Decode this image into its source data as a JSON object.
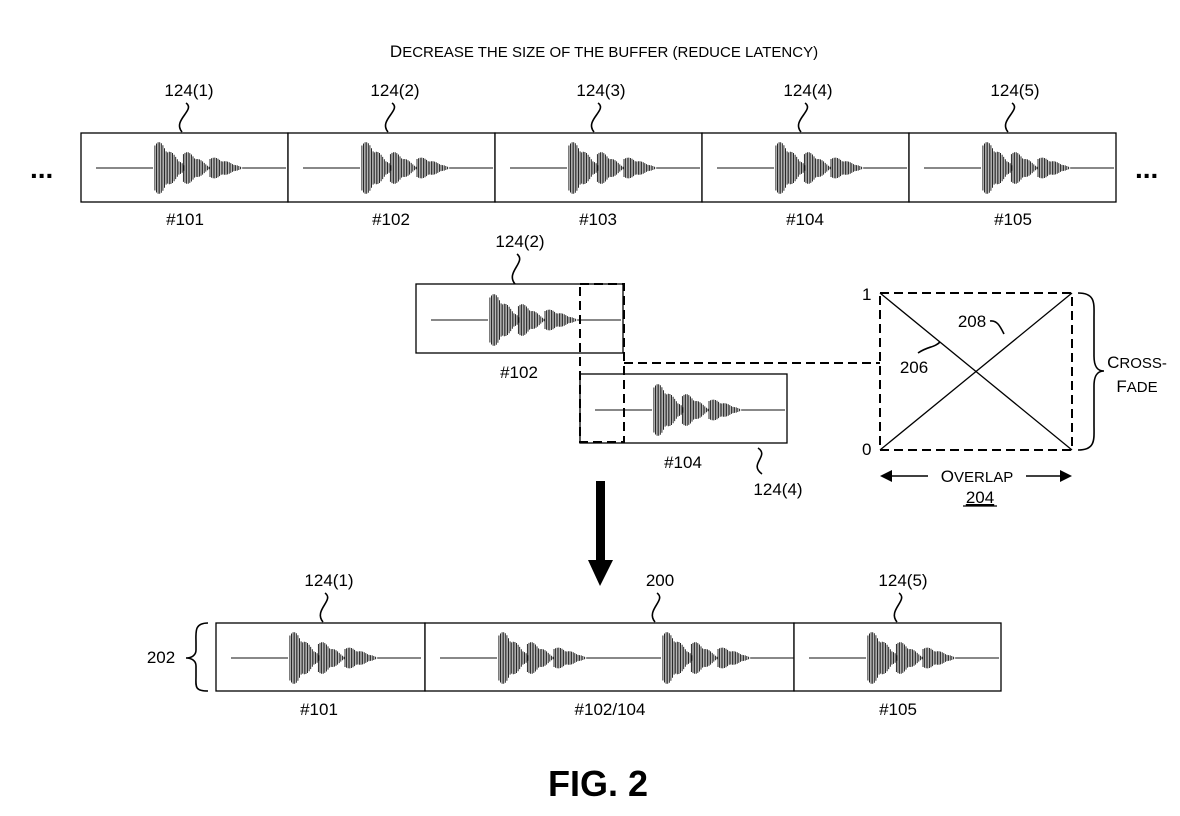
{
  "title_line": {
    "first_letter": "D",
    "rest": "ECREASE THE SIZE OF THE BUFFER (REDUCE LATENCY)"
  },
  "ellipsis": "...",
  "top_row": {
    "packets": [
      {
        "id": "#101",
        "ref": "124(1)"
      },
      {
        "id": "#102",
        "ref": "124(2)"
      },
      {
        "id": "#103",
        "ref": "124(3)"
      },
      {
        "id": "#104",
        "ref": "124(4)"
      },
      {
        "id": "#105",
        "ref": "124(5)"
      }
    ]
  },
  "overlap_detail": {
    "upper_packet": {
      "id": "#102",
      "ref": "124(2)"
    },
    "lower_packet": {
      "id": "#104",
      "ref": "124(4)"
    }
  },
  "crossfade": {
    "y_top": "1",
    "y_bottom": "0",
    "fade_out_ref": "206",
    "fade_in_ref": "208",
    "brace_label_line1": {
      "first": "C",
      "rest": "ROSS-"
    },
    "brace_label_line2": {
      "first": "F",
      "rest": "ADE"
    },
    "overlap_label": {
      "first": "O",
      "rest": "VERLAP"
    },
    "overlap_ref": "204"
  },
  "result_row": {
    "buffer_ref": "202",
    "merged_ref": "200",
    "packets": [
      {
        "id": "#101",
        "ref": "124(1)"
      },
      {
        "id": "#102/104",
        "ref": ""
      },
      {
        "id": "#105",
        "ref": "124(5)"
      }
    ]
  },
  "figure_label": "FIG. 2"
}
